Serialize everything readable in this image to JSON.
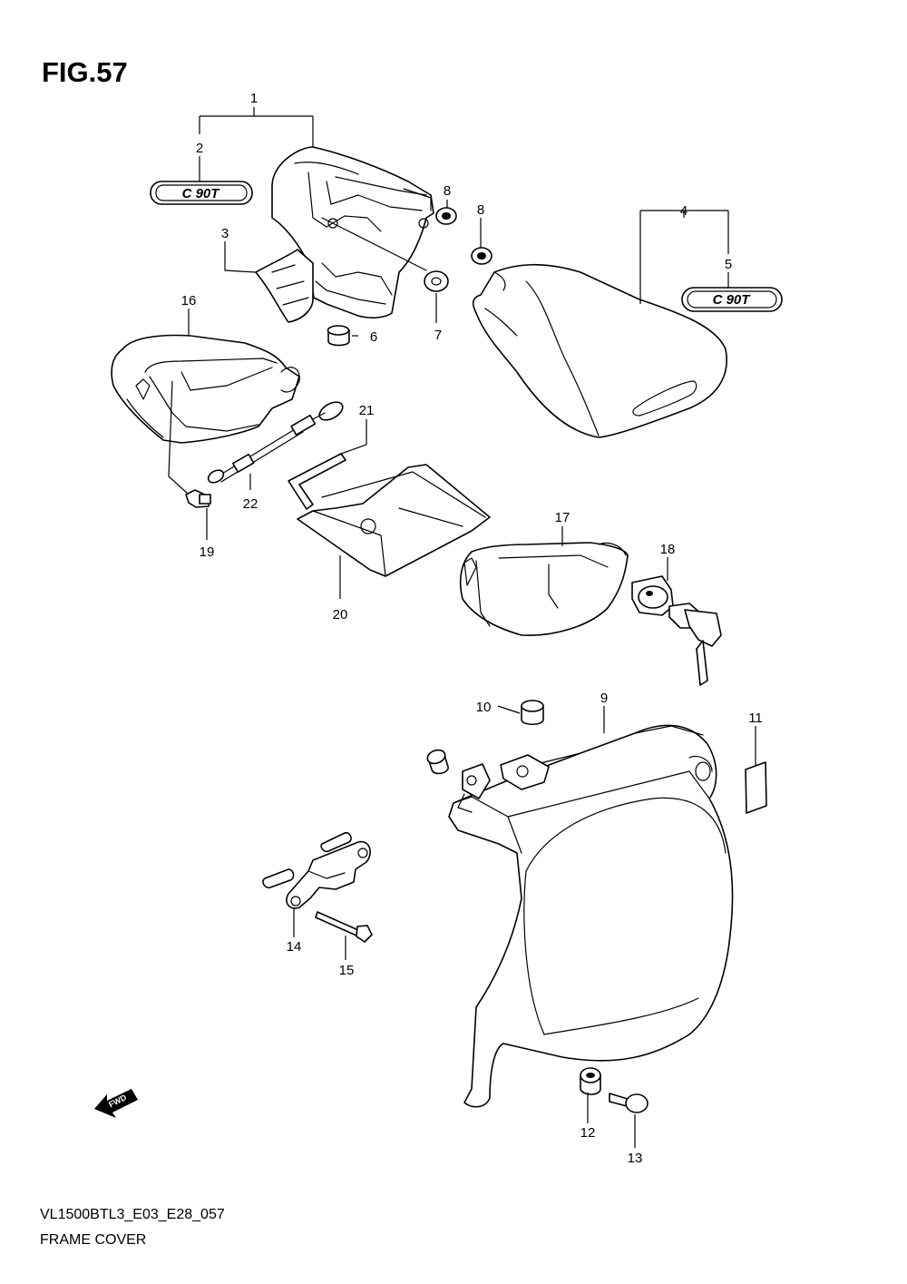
{
  "figure": {
    "title": "FIG.57",
    "model_code": "VL1500BTL3_E03_E28_057",
    "name": "FRAME COVER"
  },
  "badges": {
    "emblem_text": "C 90T"
  },
  "direction_arrow": {
    "label": "FWD"
  },
  "callouts": [
    "1",
    "2",
    "3",
    "4",
    "5",
    "6",
    "7",
    "8",
    "8",
    "9",
    "10",
    "11",
    "12",
    "13",
    "14",
    "15",
    "16",
    "17",
    "18",
    "19",
    "20",
    "21",
    "22"
  ]
}
